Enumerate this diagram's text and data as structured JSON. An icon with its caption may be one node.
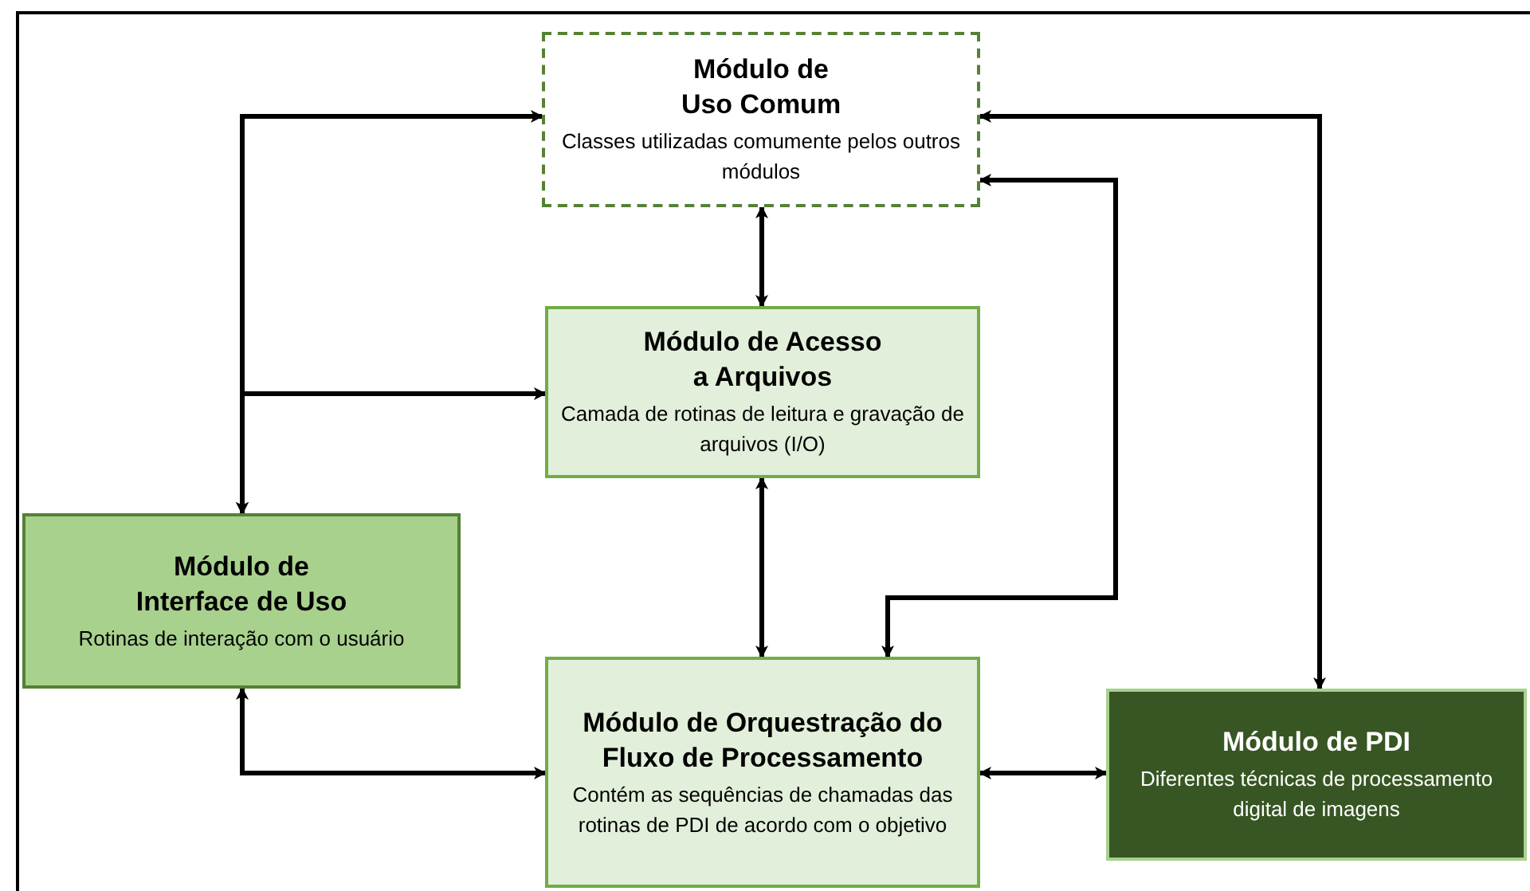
{
  "diagram": {
    "nodes": [
      {
        "text": [
          "Módulo de Uso Comum",
          "Classes utilizadas comumente pelos outros módulos"
        ]
      },
      {
        "text": [
          "Módulo de Acesso a Arquivos",
          "Camada de rotinas de leitura e gravação de arquivos (I/O)"
        ]
      },
      {
        "text": [
          "Módulo de Interface de Uso",
          "Rotinas de interação com o usuário"
        ]
      },
      {
        "text": [
          "Módulo de Orquestração do Fluxo de Processamento",
          "Contém as sequências de chamadas das rotinas de PDI de acordo com o objetivo"
        ]
      },
      {
        "text": [
          "Módulo de PDI",
          "Diferentes técnicas de processamento digital de imagens"
        ]
      }
    ],
    "edges": [
      {
        "from": 2,
        "to": 0,
        "arrow": "both"
      },
      {
        "from": 2,
        "to": 1,
        "arrow": "both"
      },
      {
        "from": 0,
        "to": 1,
        "arrow": "both"
      },
      {
        "from": 1,
        "to": 3,
        "arrow": "both"
      },
      {
        "from": 0,
        "to": 3,
        "arrow": "both"
      },
      {
        "from": 0,
        "to": 4,
        "arrow": "both"
      },
      {
        "from": 2,
        "to": 3,
        "arrow": "both"
      },
      {
        "from": 3,
        "to": 4,
        "arrow": "both"
      }
    ]
  }
}
